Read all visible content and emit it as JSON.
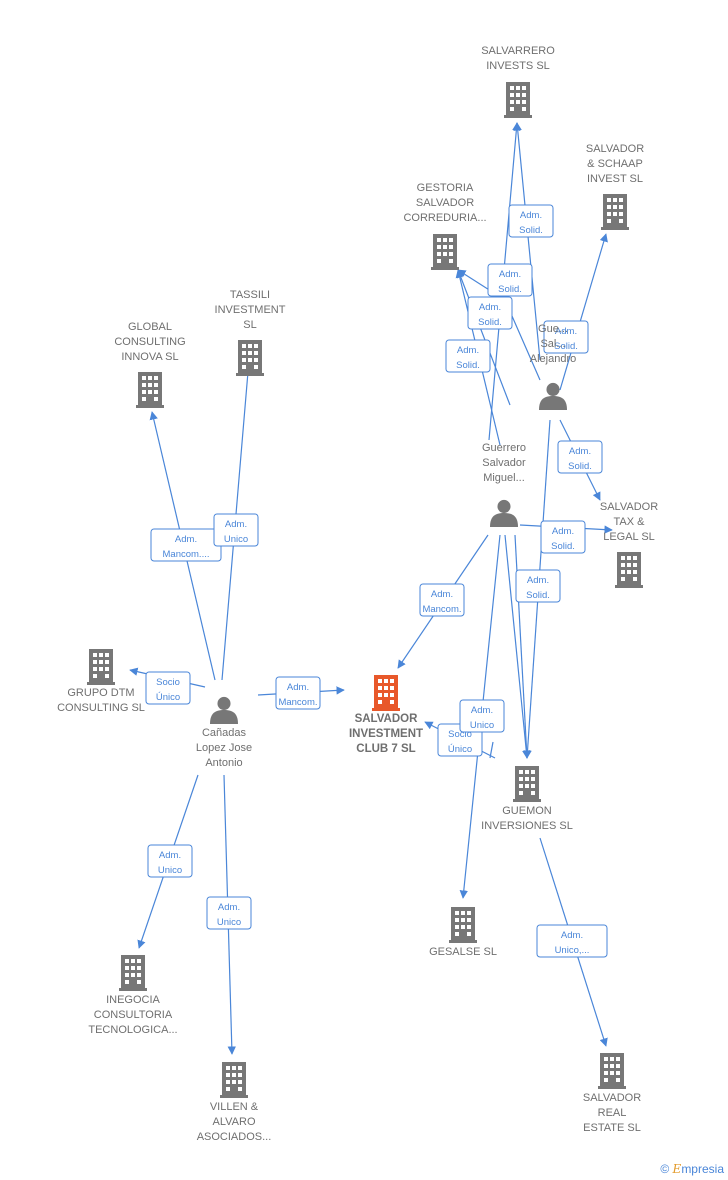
{
  "nodes": [
    {
      "id": "salvador_investment_club",
      "type": "company",
      "main": true,
      "label": [
        "SALVADOR",
        "INVESTMENT",
        "CLUB 7  SL"
      ]
    },
    {
      "id": "salvarrero",
      "type": "company",
      "label": [
        "SALVARRERO",
        "INVESTS  SL"
      ]
    },
    {
      "id": "salvador_schaap",
      "type": "company",
      "label": [
        "SALVADOR",
        "& SCHAAP",
        "INVEST  SL"
      ]
    },
    {
      "id": "gestoria",
      "type": "company",
      "label": [
        "GESTORIA",
        "SALVADOR",
        "CORREDURIA..."
      ]
    },
    {
      "id": "tassili",
      "type": "company",
      "label": [
        "TASSILI",
        "INVESTMENT",
        "SL"
      ]
    },
    {
      "id": "global_consulting",
      "type": "company",
      "label": [
        "GLOBAL",
        "CONSULTING",
        "INNOVA SL"
      ]
    },
    {
      "id": "grupo_dtm",
      "type": "company",
      "label": [
        "GRUPO DTM",
        "CONSULTING SL"
      ]
    },
    {
      "id": "salvador_tax",
      "type": "company",
      "label": [
        "SALVADOR",
        "TAX &",
        "LEGAL  SL"
      ]
    },
    {
      "id": "guemon",
      "type": "company",
      "label": [
        "GUEMON",
        "INVERSIONES SL"
      ]
    },
    {
      "id": "gesalse",
      "type": "company",
      "label": [
        "GESALSE SL"
      ]
    },
    {
      "id": "salvador_real",
      "type": "company",
      "label": [
        "SALVADOR",
        "REAL",
        "ESTATE  SL"
      ]
    },
    {
      "id": "inegocia",
      "type": "company",
      "label": [
        "INEGOCIA",
        "CONSULTORIA",
        "TECNOLOGICA..."
      ]
    },
    {
      "id": "villen",
      "type": "company",
      "label": [
        "VILLEN &",
        "ALVARO",
        "ASOCIADOS..."
      ]
    },
    {
      "id": "canadas",
      "type": "person",
      "label": [
        "Cañadas",
        "Lopez Jose",
        "Antonio"
      ]
    },
    {
      "id": "guerrero_miguel",
      "type": "person",
      "label": [
        "Guerrero",
        "Salvador",
        "Miguel..."
      ]
    },
    {
      "id": "guerrero_alejandro",
      "type": "person",
      "label": [
        "Gue...",
        "Sal...",
        "Alejandro"
      ]
    }
  ],
  "roles": [
    {
      "id": "r1",
      "lines": [
        "Adm.",
        "Solid."
      ]
    },
    {
      "id": "r2",
      "lines": [
        "Adm.",
        "Solid."
      ]
    },
    {
      "id": "r3",
      "lines": [
        "Adm.",
        "Solid."
      ]
    },
    {
      "id": "r4",
      "lines": [
        "Adm.",
        "Solid."
      ]
    },
    {
      "id": "r5",
      "lines": [
        "Adm.",
        "Solid."
      ]
    },
    {
      "id": "r6",
      "lines": [
        "Adm.",
        "Solid."
      ]
    },
    {
      "id": "r7",
      "lines": [
        "Adm.",
        "Solid."
      ]
    },
    {
      "id": "r8",
      "lines": [
        "Adm.",
        "Solid."
      ]
    },
    {
      "id": "r9",
      "lines": [
        "Adm.",
        "Solid."
      ]
    },
    {
      "id": "r10",
      "lines": [
        "Adm.",
        "Mancom."
      ]
    },
    {
      "id": "r11",
      "lines": [
        "Adm.",
        "Mancom...."
      ]
    },
    {
      "id": "r12",
      "lines": [
        "Adm.",
        "Unico"
      ]
    },
    {
      "id": "r13",
      "lines": [
        "Socio",
        "Único"
      ]
    },
    {
      "id": "r14",
      "lines": [
        "Adm.",
        "Mancom."
      ]
    },
    {
      "id": "r15",
      "lines": [
        "Adm.",
        "Unico"
      ]
    },
    {
      "id": "r16",
      "lines": [
        "Socio",
        "Único"
      ]
    },
    {
      "id": "r17",
      "lines": [
        "Adm.",
        "Unico"
      ]
    },
    {
      "id": "r18",
      "lines": [
        "Adm.",
        "Unico"
      ]
    },
    {
      "id": "r19",
      "lines": [
        "Adm.",
        "Unico,..."
      ]
    }
  ],
  "colors": {
    "edge": "#4a86d8",
    "company": "#777777",
    "main_company": "#e8582a",
    "person": "#777777",
    "label": "#6f6f6f"
  },
  "brand": {
    "copyright": "©",
    "name": "mpresia",
    "initial": "E"
  }
}
